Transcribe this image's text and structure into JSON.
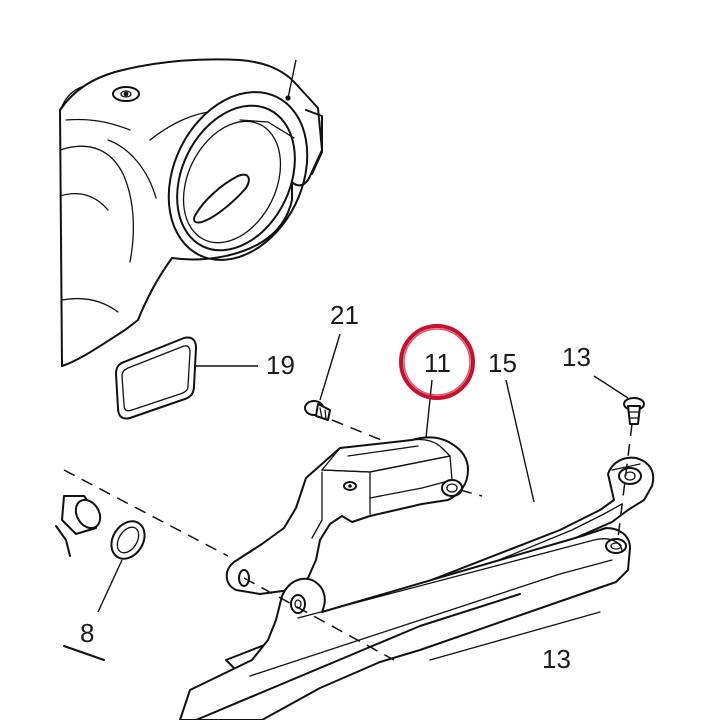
{
  "callouts": {
    "p21": "21",
    "p11": "11",
    "p15": "15",
    "p13_top": "13",
    "p19": "19",
    "p8": "8",
    "p13_bottom": "13"
  },
  "colors": {
    "highlight_ring": "#c8102e",
    "line": "#111111"
  }
}
